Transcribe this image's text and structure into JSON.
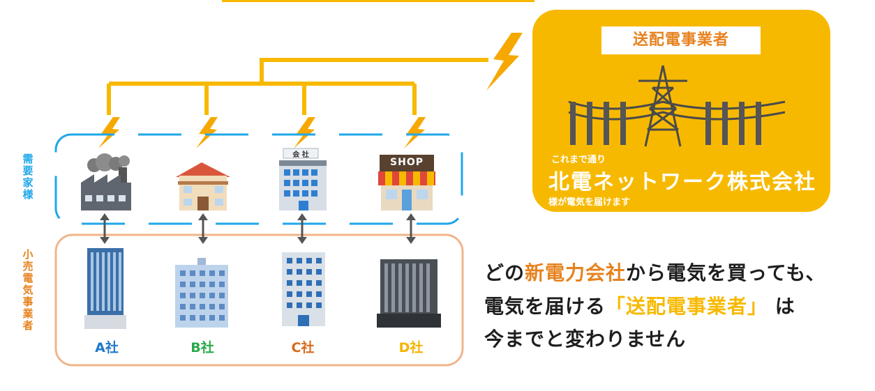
{
  "colors": {
    "yellow": "#f7b900",
    "orange": "#e6821e",
    "blue_border": "#1fa7e8",
    "orange_border": "#f2b48a",
    "company_a": "#1f78c8",
    "company_b": "#2aa84a",
    "company_c": "#d96a1b",
    "company_d": "#f4b400"
  },
  "labels": {
    "demand": "需要家様",
    "retail": "小売電気事業者"
  },
  "companies": [
    "A社",
    "B社",
    "C社",
    "D社"
  ],
  "consumers": [
    {
      "name": "factory-icon"
    },
    {
      "name": "house-icon",
      "sign": ""
    },
    {
      "name": "office-building-icon",
      "sign": "会 社"
    },
    {
      "name": "shop-icon",
      "sign": "SHOP"
    }
  ],
  "panel": {
    "title": "送配電事業者",
    "note1": "これまで通り",
    "name": "北電ネットワーク株式会社",
    "note2": "様が電気を届けます"
  },
  "message": {
    "line1_pre": "どの",
    "line1_accent": "新電力会社",
    "line1_post": "から電気を買っても、",
    "line2_pre": "電気を届ける",
    "line2_quote": "「送配電事業者」",
    "line2_post": "は",
    "line3": "今までと変わりません"
  }
}
